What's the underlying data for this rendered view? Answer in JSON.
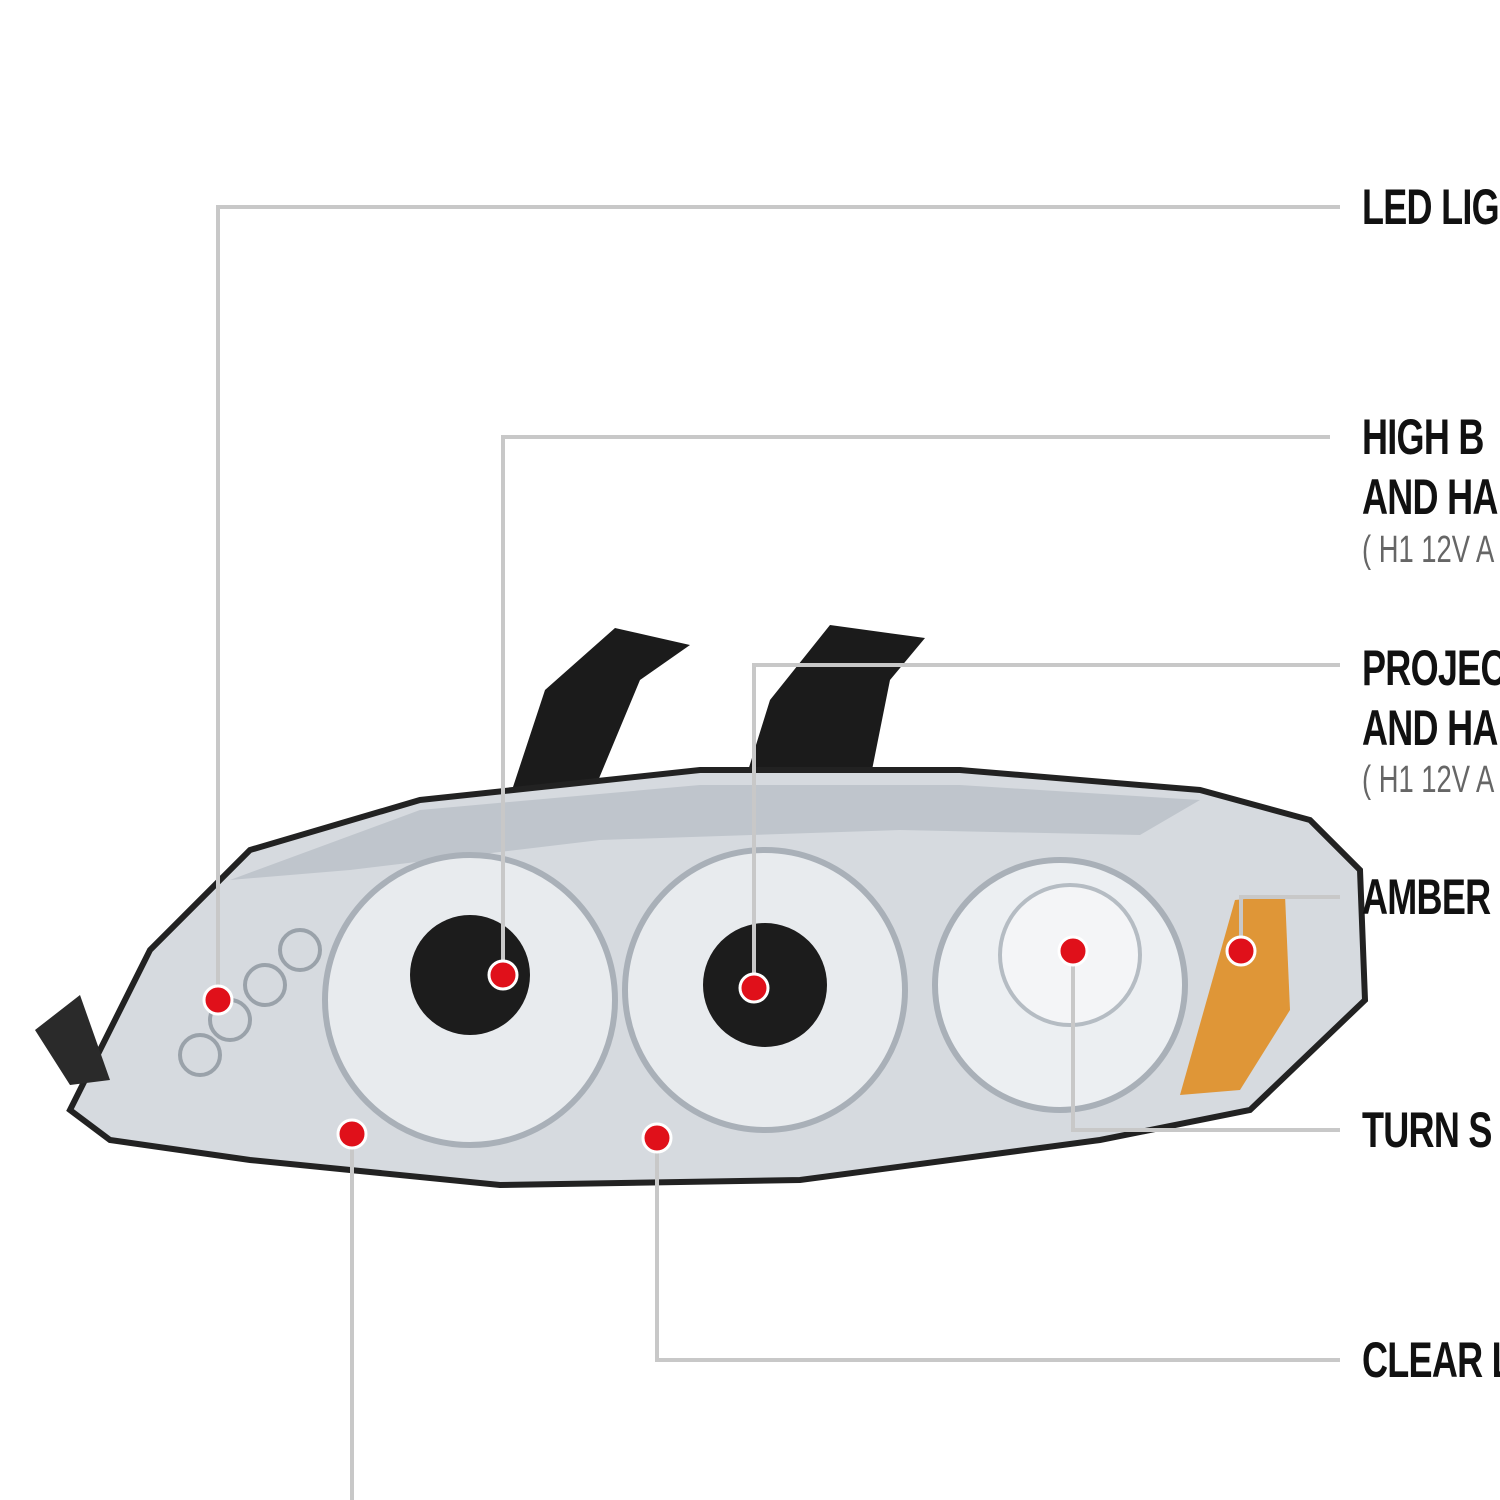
{
  "callouts": [
    {
      "id": "led",
      "lines": [
        "LED LIG"
      ]
    },
    {
      "id": "high-beam",
      "lines": [
        "HIGH B",
        "AND HA"
      ],
      "sub": "( H1  12V A"
    },
    {
      "id": "projector",
      "lines": [
        "PROJEC",
        "AND HA"
      ],
      "sub": "( H1  12V A"
    },
    {
      "id": "amber",
      "lines": [
        "AMBER"
      ]
    },
    {
      "id": "turn-signal",
      "lines": [
        "TURN S"
      ]
    },
    {
      "id": "clear-lens",
      "lines": [
        "CLEAR L"
      ]
    }
  ],
  "colors": {
    "leader_line": "#c8c8c8",
    "marker": "#e0101a",
    "chrome": "#d9dde2",
    "amber": "#e08a1a"
  }
}
